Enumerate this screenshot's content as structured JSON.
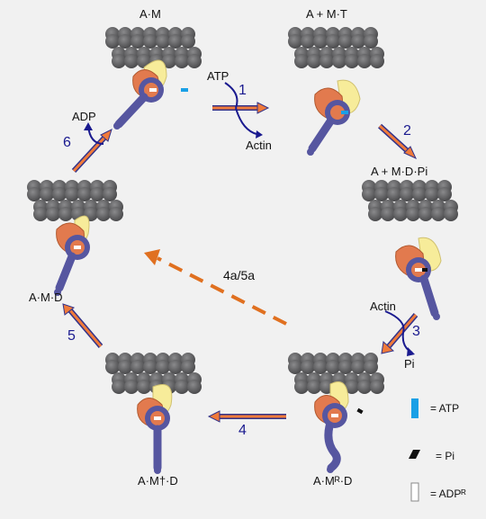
{
  "states": {
    "am": "A·M",
    "a_mt": "A  + M·T",
    "a_mdpi": "A + M·D·Pi",
    "amdr": "A·Mᴿ·D",
    "amt_d": "A·M†·D",
    "amd": "A·M·D"
  },
  "steps": {
    "s1": "1",
    "s2": "2",
    "s3": "3",
    "s4": "4",
    "s5": "5",
    "s6": "6",
    "s45": "4a/5a"
  },
  "labels": {
    "atp": "ATP",
    "actin1": "Actin",
    "adp": "ADP",
    "actin3": "Actin",
    "pi": "Pi"
  },
  "legend": {
    "atp": "= ATP",
    "pi": "= Pi",
    "adp": "= ADPᴿ"
  },
  "colors": {
    "actin": "#5a5a5c",
    "head": "#e27a4e",
    "lever": "#f7ec9a",
    "neck": "#5656a0",
    "arrow": "#f07a3a",
    "arrow_edge": "#33338a",
    "atp": "#1aa0e6"
  }
}
